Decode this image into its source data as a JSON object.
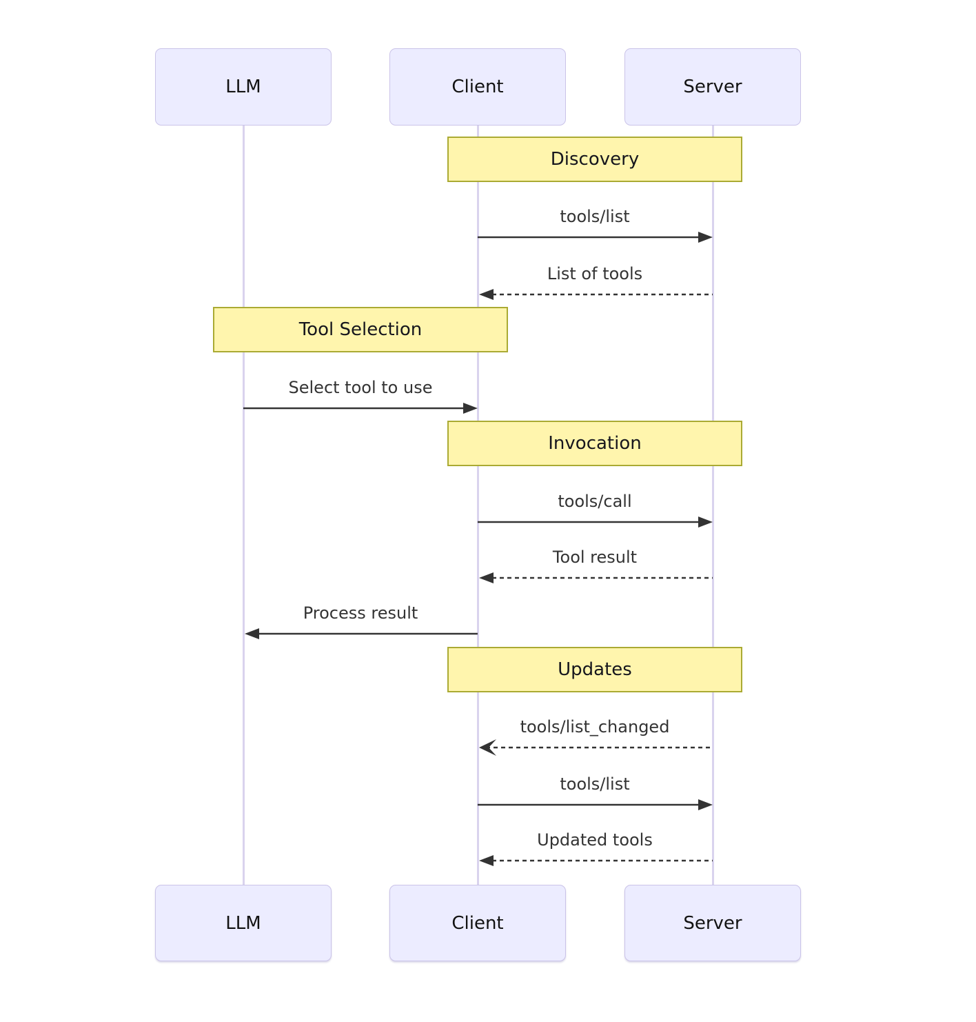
{
  "diagram_type": "sequence",
  "participants": [
    {
      "name": "LLM"
    },
    {
      "name": "Client"
    },
    {
      "name": "Server"
    }
  ],
  "notes": [
    {
      "label": "Discovery",
      "over": "Client,Server"
    },
    {
      "label": "Tool Selection",
      "over": "LLM,Client"
    },
    {
      "label": "Invocation",
      "over": "Client,Server"
    },
    {
      "label": "Updates",
      "over": "Client,Server"
    }
  ],
  "messages": [
    {
      "label": "tools/list",
      "from": "Client",
      "to": "Server",
      "line": "solid",
      "arrowhead": "filled"
    },
    {
      "label": "List of tools",
      "from": "Server",
      "to": "Client",
      "line": "dashed",
      "arrowhead": "filled"
    },
    {
      "label": "Select tool to use",
      "from": "LLM",
      "to": "Client",
      "line": "solid",
      "arrowhead": "filled"
    },
    {
      "label": "tools/call",
      "from": "Client",
      "to": "Server",
      "line": "solid",
      "arrowhead": "filled"
    },
    {
      "label": "Tool result",
      "from": "Server",
      "to": "Client",
      "line": "dashed",
      "arrowhead": "filled"
    },
    {
      "label": "Process result",
      "from": "Client",
      "to": "LLM",
      "line": "solid",
      "arrowhead": "filled"
    },
    {
      "label": "tools/list_changed",
      "from": "Server",
      "to": "Client",
      "line": "dashed",
      "arrowhead": "open"
    },
    {
      "label": "tools/list",
      "from": "Client",
      "to": "Server",
      "line": "solid",
      "arrowhead": "filled"
    },
    {
      "label": "Updated tools",
      "from": "Server",
      "to": "Client",
      "line": "dashed",
      "arrowhead": "filled"
    }
  ],
  "colors": {
    "actor_fill": "#ececff",
    "actor_border": "#cac3e8",
    "note_fill": "#fff5ad",
    "note_border": "#aaaa33",
    "lifeline": "#d9d3ee",
    "arrow": "#333333",
    "message_text": "#333333"
  }
}
